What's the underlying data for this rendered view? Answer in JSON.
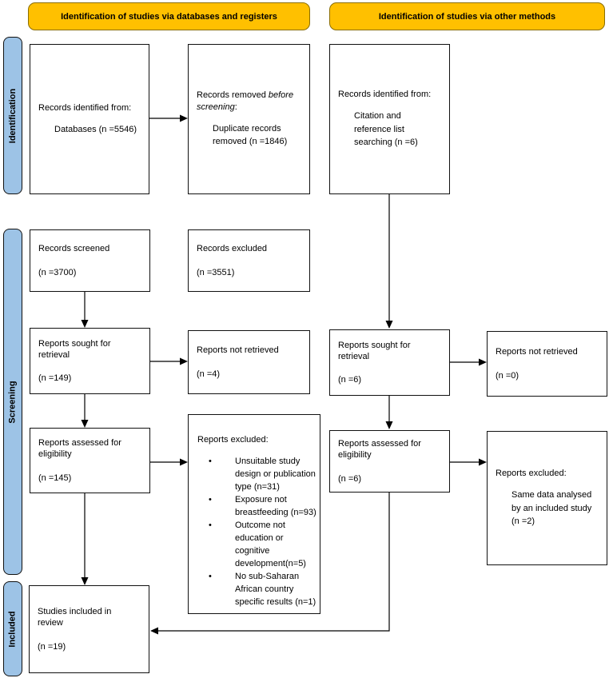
{
  "diagram": {
    "headers": {
      "databases": "Identification of studies via databases and registers",
      "other": "Identification of studies via other methods"
    },
    "sidebar": {
      "identification": "Identification",
      "screening": "Screening",
      "included": "Included"
    },
    "colors": {
      "header_fill": "#FFC000",
      "sidebar_fill": "#9DC3E6",
      "box_border": "#111111",
      "background": "#FFFFFF"
    },
    "boxes": {
      "records_identified_db": {
        "title": "Records identified from:",
        "detail": [
          "Databases (n =5546)"
        ]
      },
      "records_removed": {
        "title_prefix": "Records removed ",
        "title_italic": "before screening",
        "title_suffix": ":",
        "detail": [
          "Duplicate records",
          "removed (n =1846)"
        ]
      },
      "records_identified_other": {
        "title": "Records identified from:",
        "detail": [
          "Citation and",
          "reference list",
          "searching (n =6)"
        ]
      },
      "records_screened": {
        "label": [
          "Records screened"
        ],
        "n": "(n =3700)"
      },
      "records_excluded": {
        "label": [
          "Records excluded"
        ],
        "n": "(n =3551)"
      },
      "reports_sought_db": {
        "label": [
          "Reports sought for",
          "retrieval"
        ],
        "n": "(n =149)"
      },
      "reports_not_retrieved_db": {
        "label": [
          "Reports not retrieved"
        ],
        "n": "(n =4)"
      },
      "reports_sought_other": {
        "label": [
          "Reports sought for",
          "retrieval"
        ],
        "n": "(n =6)"
      },
      "reports_not_retrieved_other": {
        "label": [
          "Reports not retrieved"
        ],
        "n": "(n =0)"
      },
      "reports_assessed_db": {
        "label": [
          "Reports assessed for",
          "eligibility"
        ],
        "n": "(n =145)"
      },
      "reports_excluded_db": {
        "title": "Reports excluded:",
        "bullet_glyph": "•",
        "bullets": [
          [
            "Unsuitable study",
            "design or publication",
            "type (n=31)"
          ],
          [
            "Exposure not",
            "breastfeeding (n=93)"
          ],
          [
            "Outcome not",
            "education or",
            "cognitive",
            "development(n=5)"
          ],
          [
            "No sub-Saharan",
            "African country",
            "specific results (n=1)"
          ]
        ]
      },
      "reports_assessed_other": {
        "label": [
          "Reports assessed for",
          "eligibility"
        ],
        "n": "(n =6)"
      },
      "reports_excluded_other": {
        "title": "Reports excluded:",
        "detail": [
          "Same data analysed",
          "by an included study",
          "(n =2)"
        ]
      },
      "studies_included": {
        "label": [
          "Studies included in",
          "review"
        ],
        "n": "(n =19)"
      }
    }
  }
}
